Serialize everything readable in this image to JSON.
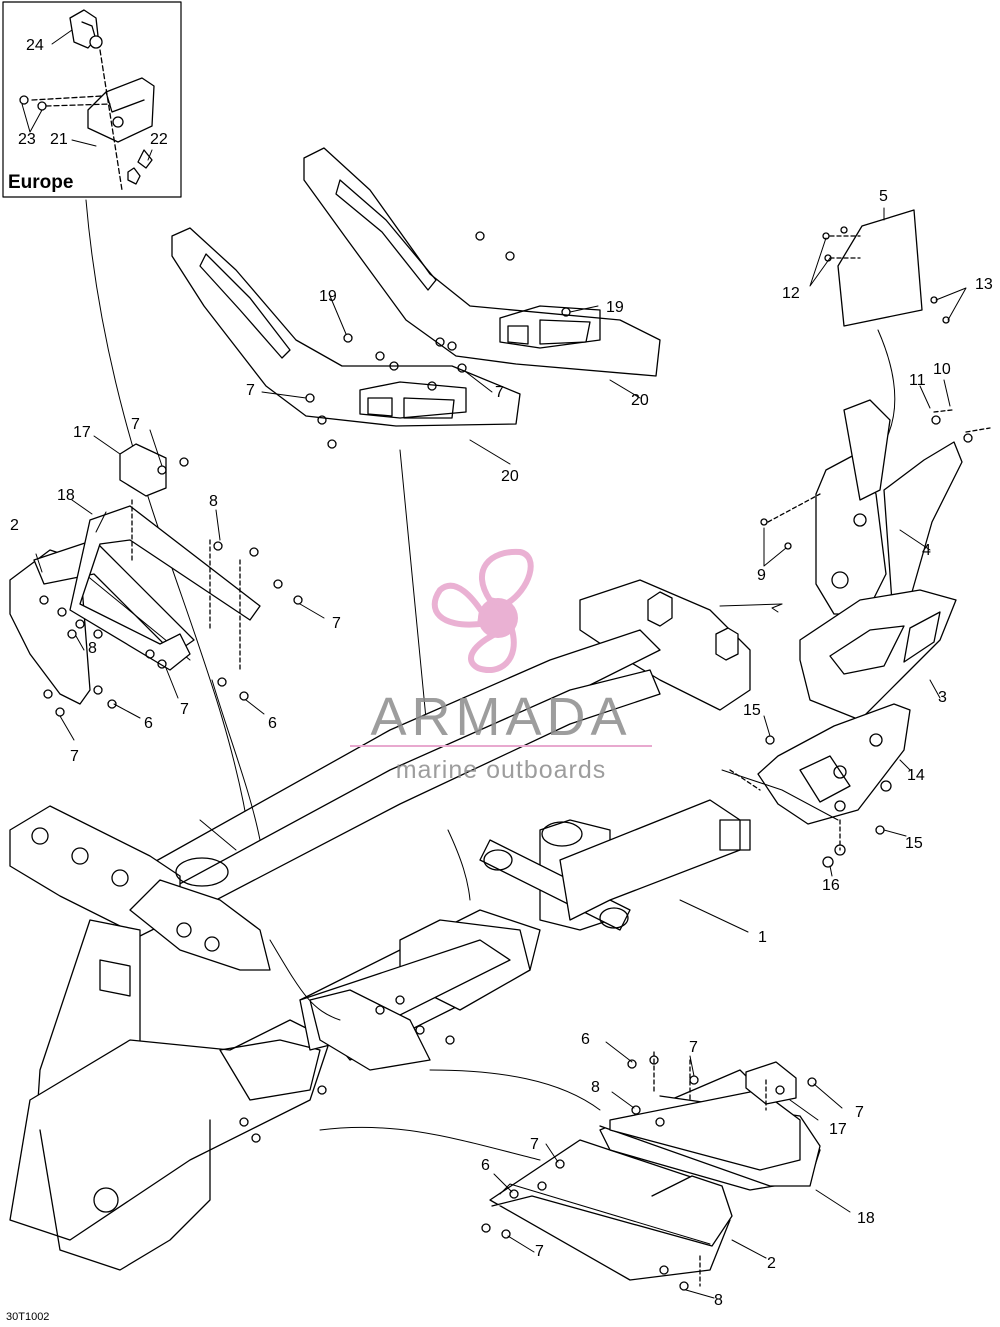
{
  "inset": {
    "label": "Europe"
  },
  "figure_code": "30T1002",
  "watermark": {
    "brand": "ARMADA",
    "tagline": "marine outboards",
    "accent_color": "#e8a9cf"
  },
  "callouts": {
    "c24": "24",
    "c23": "23",
    "c21": "21",
    "c22": "22",
    "c5": "5",
    "c12": "12",
    "c13": "13",
    "c11": "11",
    "c10": "10",
    "c19a": "19",
    "c19b": "19",
    "c7a": "7",
    "c7b": "7",
    "c20a": "20",
    "c20b": "20",
    "c17a": "17",
    "c7c": "7",
    "c18a": "18",
    "c8a": "8",
    "c2a": "2",
    "c8b": "8",
    "c7d": "7",
    "c7e": "7",
    "c6a": "6",
    "c6b": "6",
    "c7f": "7",
    "c9": "9",
    "c4": "4",
    "c3": "3",
    "c15a": "15",
    "c14": "14",
    "c15b": "15",
    "c16": "16",
    "c1": "1",
    "c6c": "6",
    "c7g": "7",
    "c8c": "8",
    "c7h": "7",
    "c17b": "17",
    "c7i": "7",
    "c6d": "6",
    "c18b": "18",
    "c7j": "7",
    "c2b": "2",
    "c8d": "8"
  }
}
